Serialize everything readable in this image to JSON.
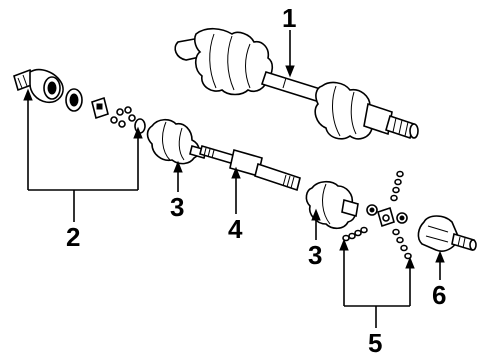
{
  "callouts": {
    "c1": "1",
    "c2": "2",
    "c3a": "3",
    "c4": "4",
    "c3b": "3",
    "c5": "5",
    "c6": "6"
  },
  "colors": {
    "ink": "#000000",
    "paper": "#ffffff"
  }
}
